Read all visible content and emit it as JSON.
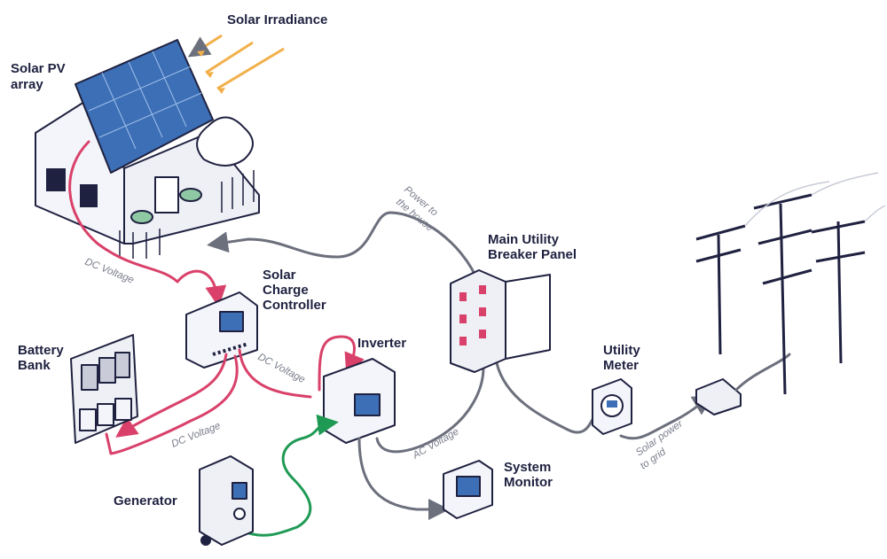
{
  "labels": {
    "solar_irradiance": "Solar Irradiance",
    "solar_pv_array_line1": "Solar PV",
    "solar_pv_array_line2": "array",
    "charge_controller_line1": "Solar",
    "charge_controller_line2": "Charge",
    "charge_controller_line3": "Controller",
    "battery_bank_line1": "Battery",
    "battery_bank_line2": "Bank",
    "inverter": "Inverter",
    "breaker_panel_line1": "Main Utility",
    "breaker_panel_line2": "Breaker Panel",
    "utility_meter_line1": "Utility",
    "utility_meter_line2": "Meter",
    "system_monitor_line1": "System",
    "system_monitor_line2": "Monitor",
    "generator": "Generator"
  },
  "wire_labels": {
    "dc_voltage_pv": "DC Voltage",
    "dc_voltage_controller": "DC Voltage",
    "dc_voltage_battery": "DC Voltage",
    "ac_voltage": "AC Voltage",
    "power_to_house_line1": "Power to",
    "power_to_house_line2": "the house",
    "solar_power_grid_line1": "Solar power",
    "solar_power_grid_line2": "to grid"
  },
  "colors": {
    "dc_wire": "#d9416a",
    "ac_wire": "#6c6f7c",
    "generator_wire": "#1f9a55",
    "sun_rays": "#f2b04a",
    "panel_blue": "#3d6fb6",
    "ink": "#1f2140"
  }
}
